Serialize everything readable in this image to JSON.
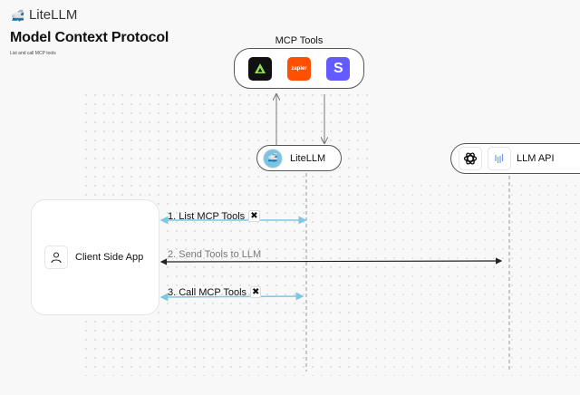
{
  "header": {
    "brand": "LiteLLM",
    "title": "Model Context Protocol",
    "subtitle": "List and call MCP tools"
  },
  "mcp_tools": {
    "label": "MCP Tools",
    "tools": [
      {
        "name": "arcade",
        "color": "#111111"
      },
      {
        "name": "zapier",
        "label": "zapier",
        "color": "#ff4f00"
      },
      {
        "name": "stripe",
        "label": "S",
        "color": "#635bff"
      }
    ]
  },
  "nodes": {
    "litellm": "LiteLLM",
    "llm_api": "LLM API",
    "client": "Client Side App"
  },
  "messages": [
    {
      "label": "1. List MCP Tools",
      "icon": "tools-icon",
      "color": "#7ec8e3"
    },
    {
      "label": "2. Send Tools to LLM",
      "color": "#222222"
    },
    {
      "label": "3. Call MCP Tools",
      "icon": "tools-icon",
      "color": "#7ec8e3"
    }
  ]
}
